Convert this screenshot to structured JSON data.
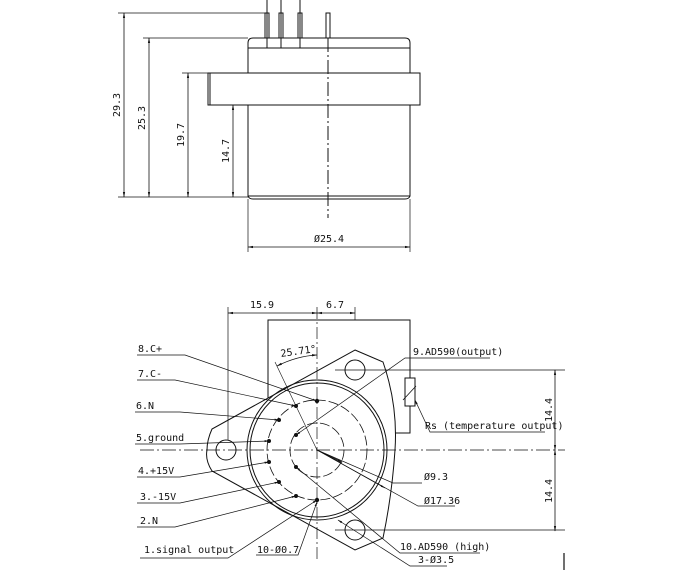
{
  "top_view": {
    "dims": {
      "overall_height": "29.3",
      "body_height": "25.3",
      "flange_top_height": "19.7",
      "flange_bottom_height": "14.7",
      "diameter": "Ø25.4"
    }
  },
  "bottom_view": {
    "dims": {
      "left_offset": "15.9",
      "right_offset": "6.7",
      "angle": "25.71°",
      "upper_vertical": "14.4",
      "lower_vertical": "14.4",
      "inner_circle": "Ø9.3",
      "pin_circle": "Ø17.36",
      "pin_holes": "10-Ø0.7",
      "mount_holes": "3-Ø3.5"
    },
    "pins": [
      {
        "label": "1.signal output"
      },
      {
        "label": "2.N"
      },
      {
        "label": "3.-15V"
      },
      {
        "label": "4.+15V"
      },
      {
        "label": "5.ground"
      },
      {
        "label": "6.N"
      },
      {
        "label": "7.C-"
      },
      {
        "label": "8.C+"
      },
      {
        "label": "9.AD590(output)"
      },
      {
        "label": "10.AD590 (high)"
      }
    ],
    "resistor_label": "Rs (temperature output)"
  },
  "colors": {
    "line": "#111111",
    "dim_line": "#222222",
    "background": "#ffffff"
  }
}
